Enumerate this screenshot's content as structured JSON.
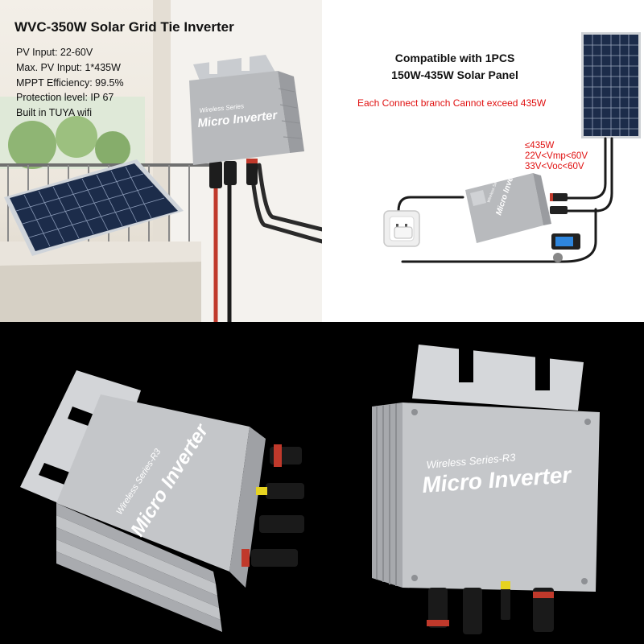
{
  "product": {
    "title": "WVC-350W Solar Grid Tie Inverter",
    "specs": [
      "PV Input: 22-60V",
      "Max. PV Input: 1*435W",
      "MPPT Efficiency: 99.5%",
      "Protection level: IP 67",
      "Built in TUYA wifi"
    ]
  },
  "device_label": {
    "series": "Wireless Series",
    "series_r3": "Wireless Series-R3",
    "name": "Micro Inverter"
  },
  "compatibility": {
    "line1": "Compatible with 1PCS",
    "line2": "150W-435W Solar Panel",
    "warning": "Each Connect branch Cannot exceed 435W",
    "specs": [
      "≤435W",
      "22V<Vmp<60V",
      "33V<Voc<60V"
    ]
  },
  "colors": {
    "warning": "#e01010",
    "inverter_body": "#b8babd",
    "solar_cell": "#1c2c4a"
  }
}
